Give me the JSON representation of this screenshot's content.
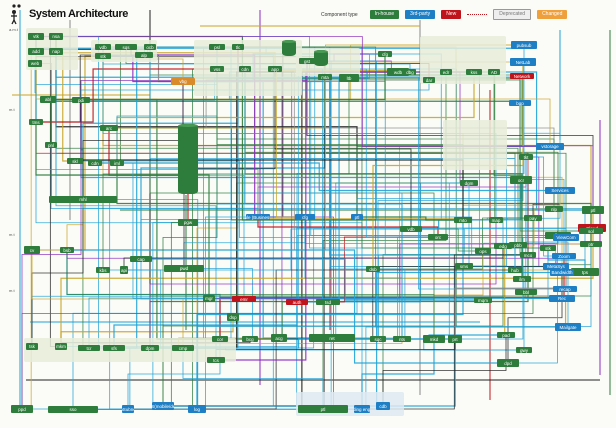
{
  "title": "System Architecture",
  "legend": {
    "label": "Component type",
    "items": [
      {
        "key": "existing",
        "label": "In-house"
      },
      {
        "key": "third",
        "label": "3rd-party"
      },
      {
        "key": "new",
        "label": "New"
      },
      {
        "key": "deprecated",
        "label": "Deprecated"
      },
      {
        "key": "changed",
        "label": "Changed"
      }
    ]
  },
  "side_labels": [
    "a.m.t",
    "m.t",
    "m.t",
    "m.t"
  ],
  "colors": {
    "existing": "#2e7d3c",
    "third": "#1e7fc4",
    "new": "#c0141c",
    "changed": "#d98a2b",
    "wires": [
      "#1fa3d6",
      "#2e7d3c",
      "#c8a62a",
      "#222222",
      "#8e2bbf",
      "#888888",
      "#c0141c"
    ]
  },
  "nodes": [
    {
      "id": "n1",
      "label": "vtk",
      "type": "existing"
    },
    {
      "id": "n2",
      "label": "nsa",
      "type": "existing"
    },
    {
      "id": "n3",
      "label": "add",
      "type": "existing"
    },
    {
      "id": "n4",
      "label": "nap",
      "type": "existing"
    },
    {
      "id": "n5",
      "label": "web",
      "type": "existing"
    },
    {
      "id": "n6",
      "label": "vdb",
      "type": "existing"
    },
    {
      "id": "n7",
      "label": "sqs",
      "type": "existing"
    },
    {
      "id": "n8",
      "label": "alp",
      "type": "existing"
    },
    {
      "id": "n9",
      "label": "stk",
      "type": "existing"
    },
    {
      "id": "n10",
      "label": "ocb",
      "type": "existing"
    },
    {
      "id": "n11",
      "label": "psl",
      "type": "existing"
    },
    {
      "id": "n12",
      "label": "tlc",
      "type": "existing"
    },
    {
      "id": "n13",
      "label": "vbg",
      "type": "changed"
    },
    {
      "id": "n14",
      "label": "vss",
      "type": "existing"
    },
    {
      "id": "n15",
      "label": "cdn",
      "type": "existing"
    },
    {
      "id": "n16",
      "label": "app",
      "type": "existing"
    },
    {
      "id": "n17",
      "label": "gst",
      "type": "existing"
    },
    {
      "id": "n18",
      "label": "ltb",
      "type": "existing"
    },
    {
      "id": "n19",
      "label": "cfg",
      "type": "existing"
    },
    {
      "id": "n20",
      "label": "mta",
      "type": "existing"
    },
    {
      "id": "n21",
      "label": "wdb",
      "type": "existing"
    },
    {
      "id": "n22",
      "label": "pubsub",
      "type": "third"
    },
    {
      "id": "n23",
      "label": "NetLab",
      "type": "third"
    },
    {
      "id": "n24",
      "label": "Network",
      "type": "new"
    },
    {
      "id": "n25",
      "label": "bgp",
      "type": "third"
    },
    {
      "id": "n26",
      "label": "dbg",
      "type": "existing"
    },
    {
      "id": "n27",
      "label": "edr",
      "type": "existing"
    },
    {
      "id": "n28",
      "label": "kss",
      "type": "existing"
    },
    {
      "id": "n29",
      "label": "AD",
      "type": "existing"
    },
    {
      "id": "n30",
      "label": "dar",
      "type": "existing"
    },
    {
      "id": "n31",
      "label": "vstorage",
      "type": "third"
    },
    {
      "id": "n32",
      "label": "tkt",
      "type": "existing"
    },
    {
      "id": "n33",
      "label": "ocr",
      "type": "existing"
    },
    {
      "id": "n34",
      "label": "Services",
      "type": "third"
    },
    {
      "id": "n35",
      "label": "ptl",
      "type": "existing"
    },
    {
      "id": "n36",
      "label": "nlp",
      "type": "existing"
    },
    {
      "id": "n37",
      "label": "Cloud",
      "type": "new"
    },
    {
      "id": "n38",
      "label": "lbs",
      "type": "existing"
    },
    {
      "id": "n39",
      "label": "pbb",
      "type": "existing"
    },
    {
      "id": "n40",
      "label": "mco",
      "type": "existing"
    },
    {
      "id": "n41",
      "label": "MetaSys",
      "type": "third"
    },
    {
      "id": "n42",
      "label": "stk",
      "type": "existing"
    },
    {
      "id": "n43",
      "label": "ptr",
      "type": "existing"
    },
    {
      "id": "n44",
      "label": "sol",
      "type": "existing"
    },
    {
      "id": "n45",
      "label": "ViewCom",
      "type": "third"
    },
    {
      "id": "n46",
      "label": "Zoom",
      "type": "third"
    },
    {
      "id": "n47",
      "label": "tps",
      "type": "existing"
    },
    {
      "id": "n48",
      "label": "Bandwidth",
      "type": "third"
    },
    {
      "id": "n49",
      "label": "ilm",
      "type": "existing"
    },
    {
      "id": "n50",
      "label": "recap",
      "type": "third"
    },
    {
      "id": "n51",
      "label": "Rec",
      "type": "third"
    },
    {
      "id": "n52",
      "label": "Mailgate",
      "type": "third"
    },
    {
      "id": "n53",
      "label": "dgm",
      "type": "existing"
    },
    {
      "id": "n54",
      "label": "map",
      "type": "existing"
    },
    {
      "id": "n55",
      "label": "edg",
      "type": "existing"
    },
    {
      "id": "n56",
      "label": "hub",
      "type": "existing"
    },
    {
      "id": "n57",
      "label": "mto",
      "type": "existing"
    },
    {
      "id": "n58",
      "label": "mqm",
      "type": "existing"
    },
    {
      "id": "n59",
      "label": "dpd",
      "type": "existing"
    },
    {
      "id": "n60",
      "label": "gwy",
      "type": "existing"
    },
    {
      "id": "n61",
      "label": "sms",
      "type": "existing"
    },
    {
      "id": "n62",
      "label": "pad",
      "type": "existing"
    },
    {
      "id": "n63",
      "label": "ops",
      "type": "existing"
    },
    {
      "id": "n64",
      "label": "bbl",
      "type": "existing"
    },
    {
      "id": "n65",
      "label": "pay",
      "type": "existing"
    },
    {
      "id": "n66",
      "label": "abl",
      "type": "existing"
    },
    {
      "id": "n67",
      "label": "pdi",
      "type": "existing"
    },
    {
      "id": "n68",
      "label": "tms",
      "type": "existing"
    },
    {
      "id": "n69",
      "label": "arc",
      "type": "existing"
    },
    {
      "id": "n70",
      "label": "pnl",
      "type": "existing"
    },
    {
      "id": "n71",
      "label": "skl",
      "type": "existing"
    },
    {
      "id": "n72",
      "label": "cdn",
      "type": "existing"
    },
    {
      "id": "n73",
      "label": "iml",
      "type": "existing"
    },
    {
      "id": "n74",
      "label": "mhl",
      "type": "existing"
    },
    {
      "id": "n75",
      "label": "cv",
      "type": "existing"
    },
    {
      "id": "n76",
      "label": "bsb",
      "type": "existing"
    },
    {
      "id": "n77",
      "label": "kbs",
      "type": "existing"
    },
    {
      "id": "n78",
      "label": "cap",
      "type": "existing"
    },
    {
      "id": "n79",
      "label": "pgw",
      "type": "existing"
    },
    {
      "id": "n80",
      "label": "pwd",
      "type": "existing"
    },
    {
      "id": "n81",
      "label": "ppd",
      "type": "existing"
    },
    {
      "id": "n82",
      "label": "sso",
      "type": "existing"
    },
    {
      "id": "n83",
      "label": "InSubnet",
      "type": "third"
    },
    {
      "id": "n84",
      "label": "pgpsPS(mobile/desktop)",
      "type": "third"
    },
    {
      "id": "n85",
      "label": "log",
      "type": "third"
    },
    {
      "id": "n86",
      "label": "ptl",
      "type": "existing"
    },
    {
      "id": "n87",
      "label": "trading engine",
      "type": "third"
    },
    {
      "id": "n88",
      "label": "cdb",
      "type": "third"
    },
    {
      "id": "n89",
      "label": "rule (Business)",
      "type": "third"
    },
    {
      "id": "n90",
      "label": "cfg",
      "type": "third"
    },
    {
      "id": "n91",
      "label": "ptl",
      "type": "third"
    },
    {
      "id": "n92",
      "label": "vdb",
      "type": "existing"
    },
    {
      "id": "n93",
      "label": "orc",
      "type": "existing"
    },
    {
      "id": "n94",
      "label": "dsb",
      "type": "existing"
    },
    {
      "id": "n95",
      "label": "api",
      "type": "existing"
    },
    {
      "id": "n96",
      "label": "mgr",
      "type": "existing"
    },
    {
      "id": "n97",
      "label": "dsp",
      "type": "existing"
    },
    {
      "id": "n98",
      "label": "emr",
      "type": "new"
    },
    {
      "id": "n99",
      "label": "auth",
      "type": "new"
    },
    {
      "id": "n100",
      "label": "tsd",
      "type": "existing"
    },
    {
      "id": "n101",
      "label": "cor",
      "type": "existing"
    },
    {
      "id": "n102",
      "label": "bcg",
      "type": "existing"
    },
    {
      "id": "n103",
      "label": "acg",
      "type": "existing"
    },
    {
      "id": "n104",
      "label": "ret",
      "type": "existing"
    },
    {
      "id": "n105",
      "label": "sqc",
      "type": "existing"
    },
    {
      "id": "n106",
      "label": "nts",
      "type": "existing"
    },
    {
      "id": "n107",
      "label": "mkd",
      "type": "existing"
    },
    {
      "id": "n108",
      "label": "prt",
      "type": "existing"
    },
    {
      "id": "n109",
      "label": "tsk",
      "type": "existing"
    },
    {
      "id": "n110",
      "label": "mkm",
      "type": "existing"
    },
    {
      "id": "n111",
      "label": "tcr",
      "type": "existing"
    },
    {
      "id": "n112",
      "label": "sfs",
      "type": "existing"
    },
    {
      "id": "n113",
      "label": "dpm",
      "type": "existing"
    },
    {
      "id": "n114",
      "label": "cmp",
      "type": "existing"
    },
    {
      "id": "n115",
      "label": "tcs",
      "type": "existing"
    },
    {
      "id": "n116",
      "label": "adn",
      "type": "existing"
    },
    {
      "id": "n117",
      "label": "cdp",
      "type": "existing"
    },
    {
      "id": "n118",
      "label": "tls",
      "type": "existing"
    },
    {
      "id": "n119",
      "label": "trx",
      "type": "existing"
    },
    {
      "id": "n120",
      "label": "ddb",
      "type": "existing"
    }
  ]
}
